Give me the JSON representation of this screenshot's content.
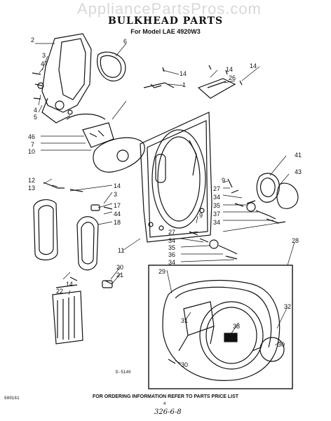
{
  "watermark": "AppliancePartsPros.com",
  "title": "BULKHEAD PARTS",
  "subtitle": "For Model LAE 4920W3",
  "footer": "FOR ORDERING INFORMATION REFER TO PARTS PRICE LIST",
  "code_left": "680161",
  "code_mid": "D-5140",
  "page_number": "4",
  "handwritten": "326-6-8",
  "callouts": [
    "2",
    "6",
    "3",
    "47",
    "4",
    "5",
    "14",
    "1",
    "14",
    "26",
    "14",
    "46",
    "7",
    "10",
    "41",
    "43",
    "9",
    "27",
    "34",
    "35",
    "37",
    "34",
    "12",
    "13",
    "14",
    "3",
    "17",
    "44",
    "18",
    "9",
    "27",
    "34",
    "35",
    "36",
    "34",
    "11",
    "28",
    "29",
    "20",
    "21",
    "14",
    "22",
    "31",
    "38",
    "32",
    "30",
    "30"
  ]
}
